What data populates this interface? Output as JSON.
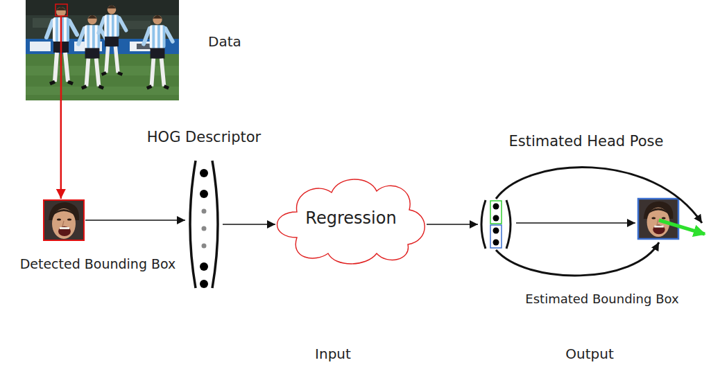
{
  "diagram": {
    "nodes": [
      {
        "text": [
          "Data"
        ]
      },
      {
        "text": [
          "Detected Bounding Box"
        ]
      },
      {
        "text": [
          "HOG Descriptor"
        ]
      },
      {
        "text": [
          "Regression"
        ]
      }
    ],
    "edges": [
      {
        "from": 0,
        "to": 1,
        "arrow": "to"
      },
      {
        "from": 1,
        "to": 2,
        "arrow": "to"
      },
      {
        "from": 2,
        "to": 3,
        "arrow": "to"
      }
    ],
    "labels": [
      "Estimated Head Pose",
      "Estimated Bounding Box",
      "Input",
      "Output"
    ]
  }
}
